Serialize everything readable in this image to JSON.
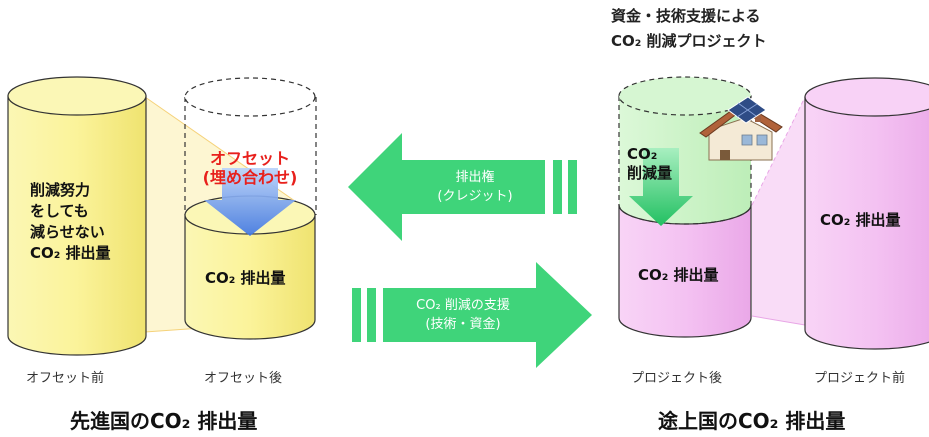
{
  "left_group": {
    "before_cylinder_text": [
      "削減努力",
      "をしても",
      "減らせない",
      "CO₂ 排出量"
    ],
    "offset_text": [
      "オフセット",
      "(埋め合わせ)"
    ],
    "after_emission": "CO₂ 排出量",
    "label_before": "オフセット前",
    "label_after": "オフセット後",
    "caption": "先進国のCO₂ 排出量"
  },
  "arrows": {
    "left_arrow_text": [
      "排出権",
      "(クレジット)"
    ],
    "right_arrow_text": [
      "CO₂ 削減の支援",
      "(技術・資金)"
    ]
  },
  "right_group": {
    "project_title": [
      "資金・技術支援による",
      "CO₂ 削減プロジェクト"
    ],
    "reduction_text": [
      "CO₂",
      "削減量"
    ],
    "after_emission": "CO₂ 排出量",
    "before_emission": "CO₂ 排出量",
    "label_after": "プロジェクト後",
    "label_before": "プロジェクト前",
    "caption": "途上国のCO₂ 排出量"
  },
  "colors": {
    "yellow": "#faf59a",
    "yellow_dark": "#f2e86a",
    "pink": "#f4c2f2",
    "green": "#c9f2c4",
    "arrow_green": "#3fd47a",
    "offset_blue": "#4a7ee6",
    "offset_red": "#e8201c"
  },
  "icons": [
    "house-icon",
    "solar-panel-icon"
  ]
}
